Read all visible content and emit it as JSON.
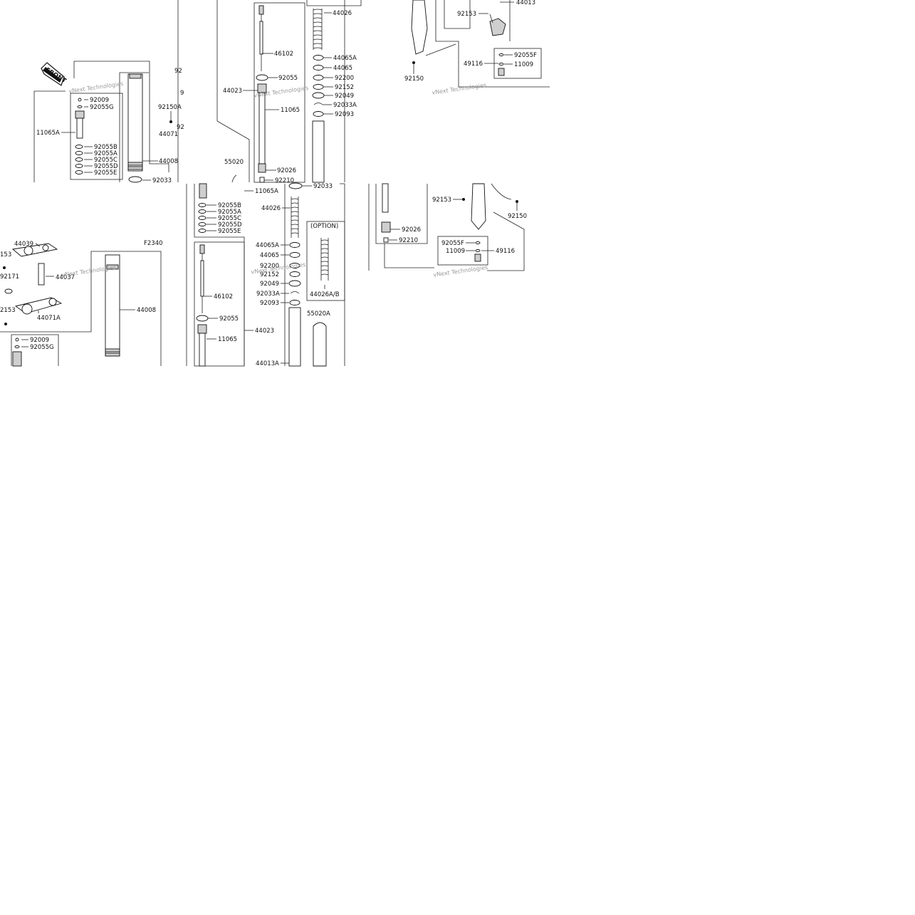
{
  "panels": [
    {
      "id": "tl",
      "front_label": "FRONT",
      "watermark": "vNext Technologies",
      "labels": [
        "92",
        "9",
        "92150A",
        "92",
        "44071",
        "44008",
        "92033",
        "11065A",
        "92009",
        "92055G",
        "92055B",
        "92055A",
        "92055C",
        "92055D",
        "92055E"
      ]
    },
    {
      "id": "tm",
      "watermark": "vNext Technologies",
      "labels": [
        "44026",
        "46102",
        "92055",
        "44023",
        "11065",
        "44065A",
        "44065",
        "92200",
        "92152",
        "92049",
        "92033A",
        "92093",
        "55020",
        "92026",
        "92210",
        "92033"
      ]
    },
    {
      "id": "tr",
      "watermark": "vNext Technologies",
      "labels": [
        "44013",
        "92153",
        "92055F",
        "49116",
        "11009",
        "92150"
      ]
    },
    {
      "id": "bl",
      "figure_code": "F2340",
      "watermark": "vNext Technologies",
      "labels": [
        "44039",
        "153",
        "92171",
        "44037",
        "2153",
        "44071A",
        "44008",
        "92009",
        "92055G"
      ]
    },
    {
      "id": "bm",
      "option_label": "(OPTION)",
      "watermark": "vNext Technologies",
      "labels": [
        "11065A",
        "44026",
        "92055B",
        "92055A",
        "92055C",
        "92055D",
        "92055E",
        "44065A",
        "44065",
        "92200",
        "92152",
        "92049",
        "92033A",
        "92093",
        "46102",
        "92055",
        "44023",
        "11065",
        "44013A",
        "55020A",
        "44026A/B"
      ]
    },
    {
      "id": "br",
      "watermark": "vNext Technologies",
      "labels": [
        "92153",
        "92150",
        "92026",
        "92210",
        "92055F",
        "11009",
        "49116"
      ]
    }
  ]
}
